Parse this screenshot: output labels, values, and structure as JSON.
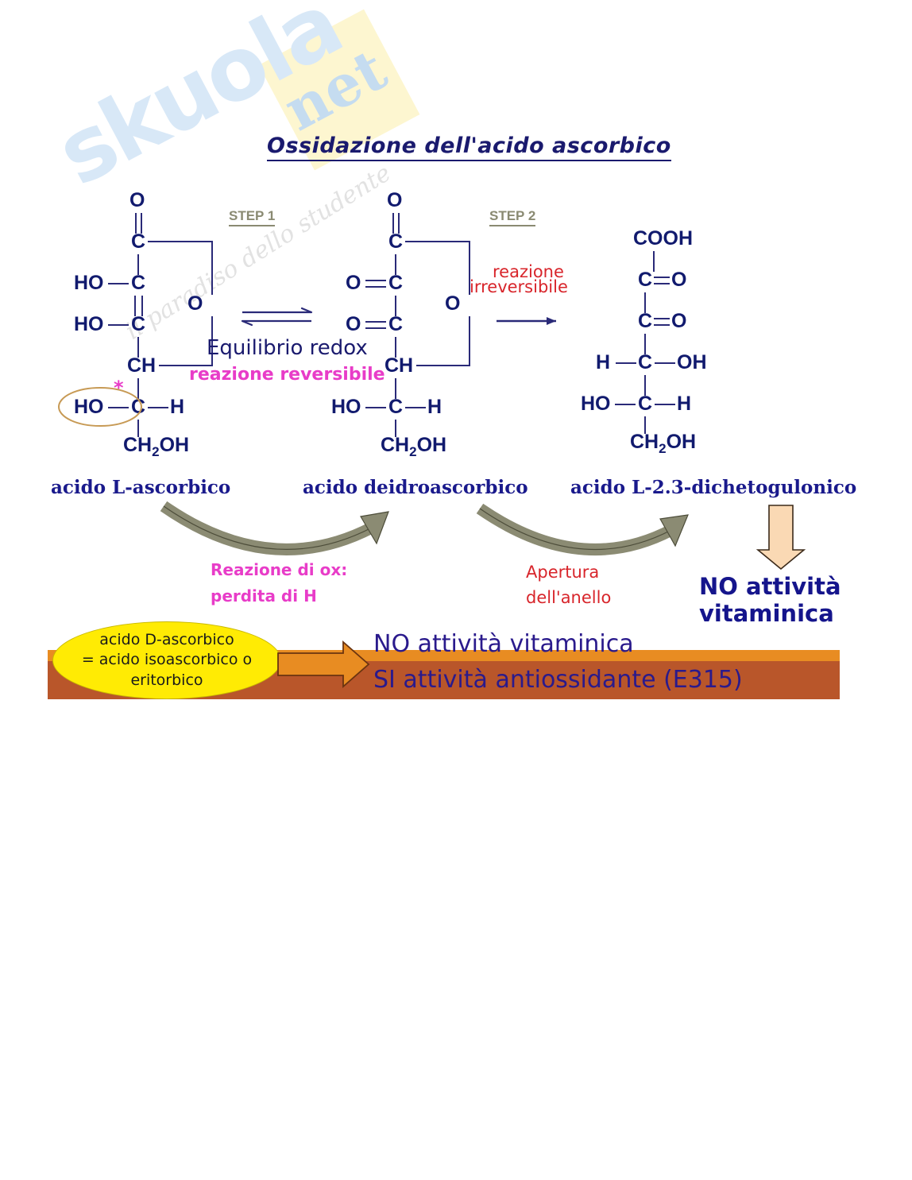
{
  "watermark": {
    "brand": "skuola",
    "suffix": "net",
    "tagline": "il paradiso dello studente"
  },
  "title": "Ossidazione dell'acido ascorbico",
  "steps": {
    "step1": "STEP 1",
    "step2": "STEP 2"
  },
  "reactions": {
    "equilibrium_main": "Equilibrio redox",
    "equilibrium_sub": "reazione reversibile",
    "irreversible_line1": "reazione",
    "irreversible_line2": "irreversibile"
  },
  "molecules": [
    {
      "id": "l-ascorbic-acid",
      "name": "acido L-ascorbico",
      "atoms": [
        "O",
        "C",
        "HO",
        "C",
        "HO",
        "C",
        "CH",
        "HO",
        "C",
        "H",
        "O",
        "CH2OH"
      ],
      "marker": "*",
      "highlight": "HO"
    },
    {
      "id": "dehydroascorbic-acid",
      "name": "acido deidroascorbico",
      "atoms": [
        "O",
        "C",
        "O",
        "C",
        "O",
        "C",
        "CH",
        "HO",
        "C",
        "H",
        "O",
        "CH2OH"
      ]
    },
    {
      "id": "diketogulonic-acid",
      "name": "acido L-2.3-dichetogulonico",
      "atoms": [
        "COOH",
        "C",
        "O",
        "C",
        "O",
        "H",
        "C",
        "OH",
        "HO",
        "C",
        "H",
        "CH2OH"
      ]
    }
  ],
  "atom_labels": {
    "O": "O",
    "C": "C",
    "H": "H",
    "HO": "HO",
    "OH": "OH",
    "CH": "CH",
    "COOH": "COOH",
    "CH2OH_pre": "CH",
    "CH2OH_sub": "2",
    "CH2OH_post": "OH",
    "asterisk": "*"
  },
  "annotations": {
    "curve1_line1": "Reazione di ox:",
    "curve1_line2": "perdita di H",
    "curve2_line1": "Apertura",
    "curve2_line2": "dell'anello",
    "no_vitamin_line1": "NO attività",
    "no_vitamin_line2": "vitaminica"
  },
  "bottom": {
    "ellipse_line1": "acido D-ascorbico",
    "ellipse_line2": "= acido isoascorbico o",
    "ellipse_line3": "eritorbico",
    "result_line1": "NO attività vitaminica",
    "result_line2": "SI attività antiossidante (E315)"
  },
  "colors": {
    "navy": "#1a1a6e",
    "magenta": "#e83cc8",
    "red": "#d8252b",
    "step_olive": "#8a8a72",
    "bar_orange": "#e88c22",
    "bar_brown": "#b9562a",
    "ellipse_yellow": "#ffeb04",
    "peach_arrow": "#fad9b4",
    "curve_arrow": "#8a8a72"
  }
}
